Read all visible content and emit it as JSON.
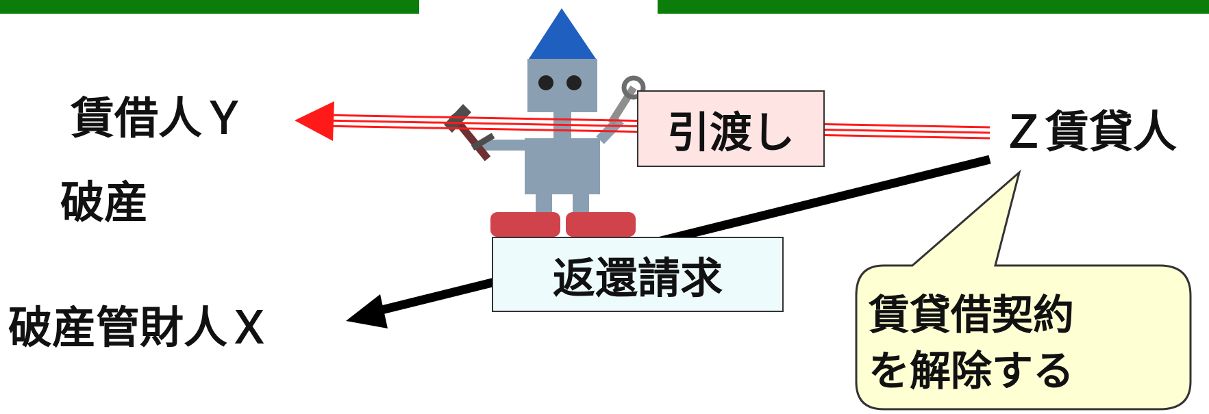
{
  "labels": {
    "lessee": "賃借人Ｙ",
    "bankrupt": "破産",
    "trustee": "破産管財人Ｘ",
    "lessor": "Ｚ賃貸人"
  },
  "boxes": {
    "handover": "引渡し",
    "return_claim": "返還請求"
  },
  "callout": {
    "line1": "賃貸借契約",
    "line2": "を解除する"
  },
  "colors": {
    "header_bar": "#0a7d0a",
    "handover_arrow": "#ff1a1a",
    "return_arrow": "#000000",
    "handover_box_fill": "#ffe4e4",
    "return_box_fill": "#eefbfd",
    "callout_fill": "#ffffd4",
    "robot_body": "#8aa0b2",
    "robot_hat": "#1f5fbf",
    "robot_feet": "#d0434b"
  },
  "icons": {
    "robot": "robot-figure-icon",
    "hammer": "hammer-icon",
    "wrench": "wrench-icon"
  }
}
